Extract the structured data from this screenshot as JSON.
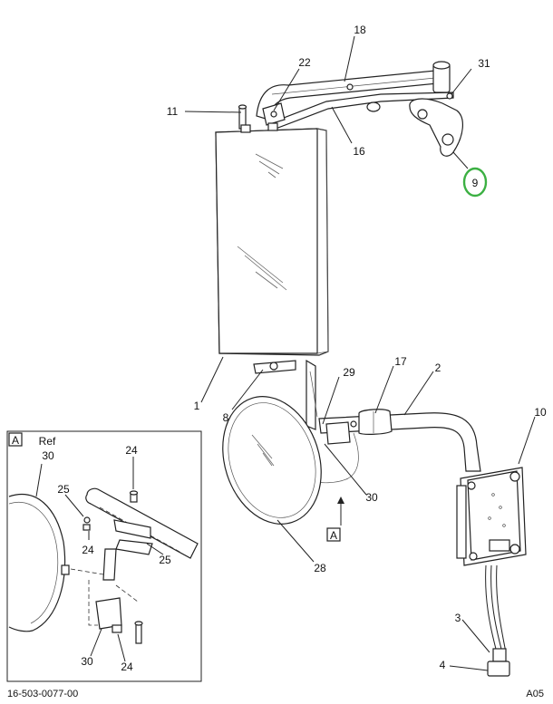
{
  "diagram": {
    "callouts": {
      "c1": "1",
      "c2": "2",
      "c3": "3",
      "c4": "4",
      "c8": "8",
      "c9": "9",
      "c10": "10",
      "c11": "11",
      "c16": "16",
      "c17": "17",
      "c18": "18",
      "c22": "22",
      "c28": "28",
      "c29": "29",
      "c30": "30",
      "c31": "31"
    },
    "view_marker": "A",
    "inset": {
      "tag": "A",
      "ref_label": "Ref",
      "ref_number": "30",
      "callouts": {
        "c24_top": "24",
        "c25_left": "25",
        "c24_mid": "24",
        "c25_right": "25",
        "c30_bottom": "30",
        "c24_bottom": "24"
      }
    },
    "highlight_color": "#3cb043",
    "footer": {
      "part_number": "16-503-0077-00",
      "sheet": "A05"
    }
  }
}
